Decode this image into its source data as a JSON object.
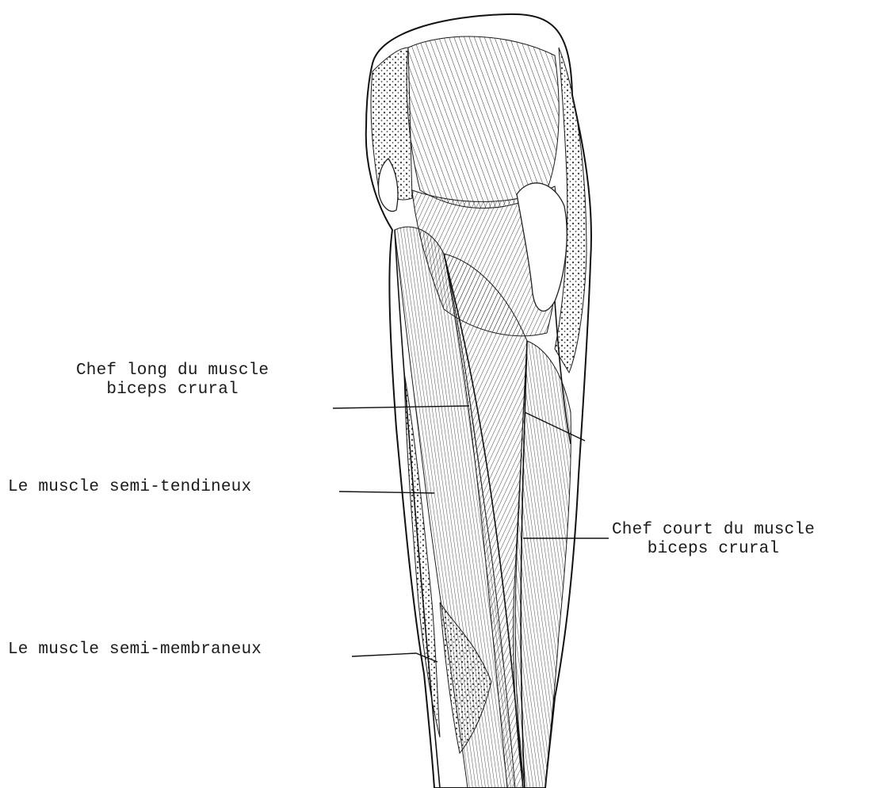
{
  "labels": {
    "chef_long": {
      "line1": "Chef long du muscle",
      "line2": "biceps crural"
    },
    "semi_tendineux": "Le muscle semi-tendineux",
    "chef_court": {
      "line1": "Chef court du muscle",
      "line2": "biceps crural"
    },
    "semi_membraneux": "Le muscle semi-membraneux"
  },
  "colors": {
    "ink": "#1a1a1a",
    "background": "#ffffff"
  }
}
